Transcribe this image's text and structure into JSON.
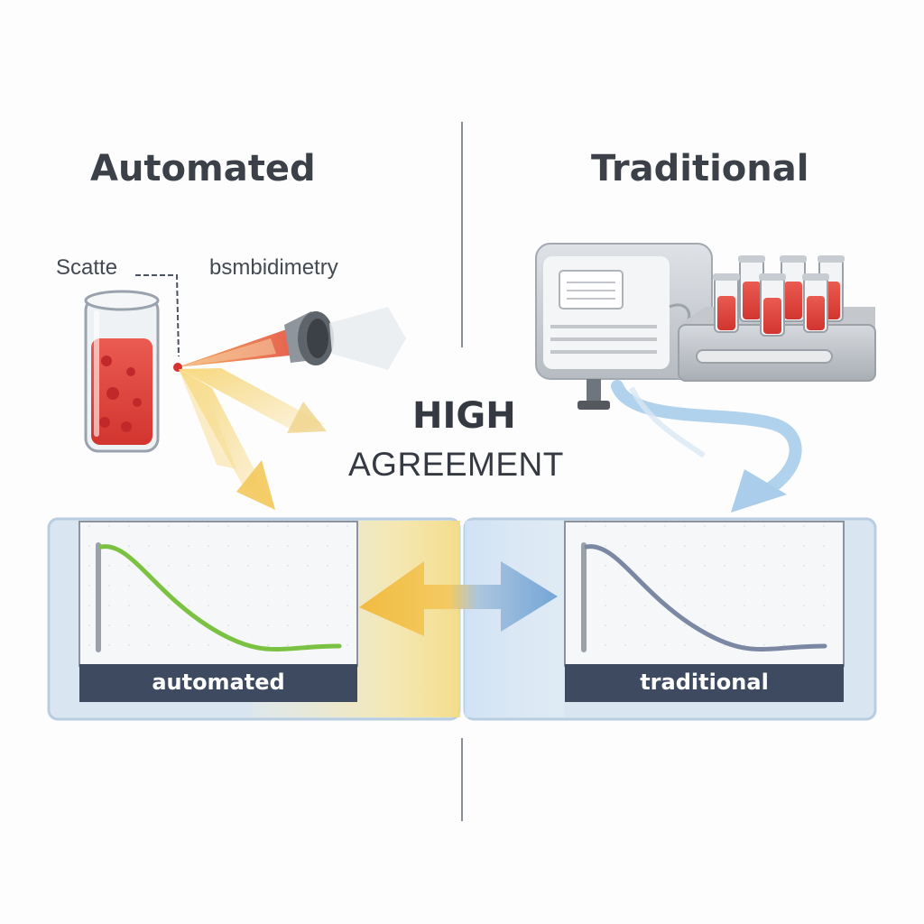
{
  "panels": {
    "automated": {
      "heading": "Automated",
      "scatter_label": "Scatte",
      "turbidimetry_label": "bsmbidimetry",
      "chart_label": "automated",
      "curve_color": "#7cc242"
    },
    "traditional": {
      "heading": "Traditional",
      "chart_label": "traditional",
      "curve_color": "#7b88a4"
    }
  },
  "agreement": {
    "line1": "HIGH",
    "line2": "AGREEMENT"
  },
  "colors": {
    "text": "#3b4049",
    "divider": "#8a8f96",
    "blood": "#e0453e",
    "beam": "#f5c64a",
    "flow_arrow": "#a9cdea",
    "label_bar": "#3e4a60",
    "panel_frame": "#b9cde0"
  }
}
